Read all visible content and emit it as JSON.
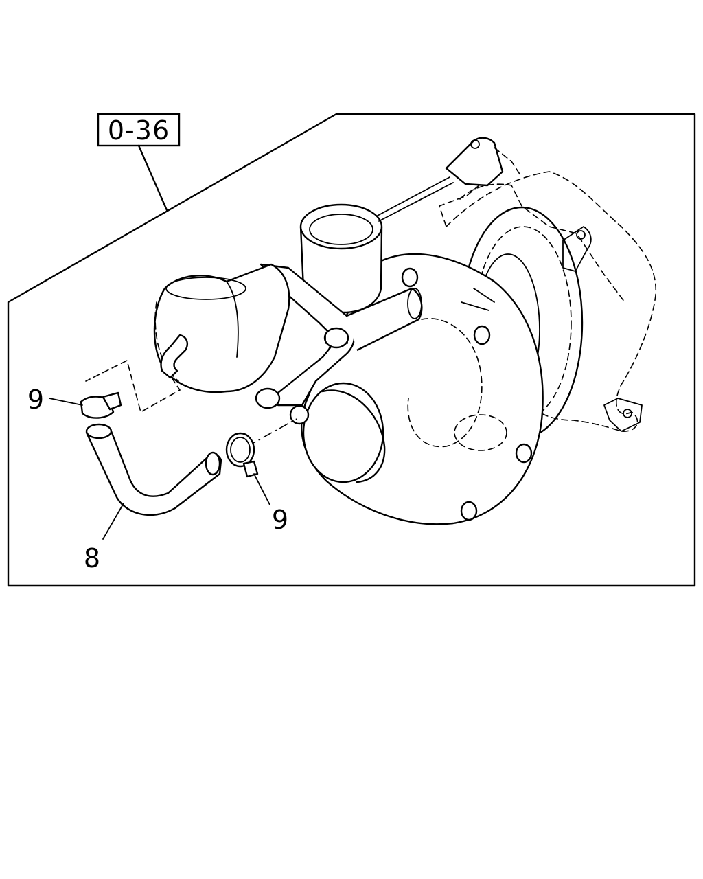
{
  "reference_box": {
    "label": "0-36"
  },
  "callouts": [
    {
      "id": "clamp-upper",
      "label": "9"
    },
    {
      "id": "clamp-lower",
      "label": "9"
    },
    {
      "id": "hose",
      "label": "8"
    }
  ]
}
